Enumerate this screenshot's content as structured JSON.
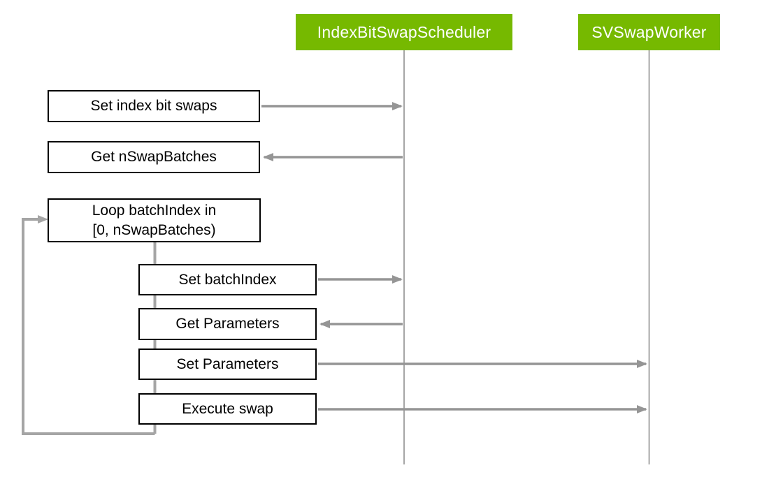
{
  "sequence": {
    "actors": [
      {
        "label": "IndexBitSwapScheduler"
      },
      {
        "label": "SVSwapWorker"
      }
    ],
    "messages": [
      {
        "label": "Set index bit swaps",
        "arrow": "right-into-IndexBitSwapScheduler"
      },
      {
        "label": "Get nSwapBatches",
        "arrow": "left-from-IndexBitSwapScheduler"
      },
      {
        "label": "Set batchIndex",
        "arrow": "right-into-IndexBitSwapScheduler"
      },
      {
        "label": "Get Parameters",
        "arrow": "left-from-IndexBitSwapScheduler"
      },
      {
        "label": "Set Parameters",
        "arrow": "right-into-SVSwapWorker"
      },
      {
        "label": "Execute swap",
        "arrow": "right-into-SVSwapWorker"
      }
    ],
    "loop": {
      "line1": "Loop batchIndex in",
      "line2": "[0, nSwapBatches)"
    },
    "colors": {
      "actor_bg": "#76b900",
      "actor_text": "#ffffff",
      "box_bg": "#ffffff",
      "box_border": "#000000",
      "box_text": "#000000",
      "arrow": "#959595",
      "loop_line": "#a5a5a5",
      "lifeline": "#8f8f8f",
      "background": "#ffffff"
    }
  }
}
